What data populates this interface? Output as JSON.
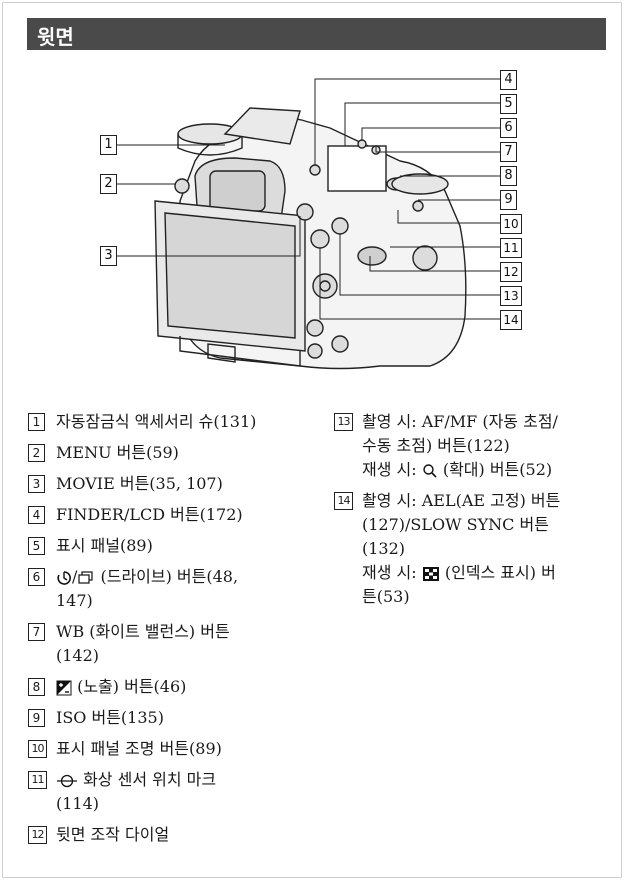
{
  "header": {
    "title": "윗면"
  },
  "callouts": [
    "1",
    "2",
    "3",
    "4",
    "5",
    "6",
    "7",
    "8",
    "9",
    "10",
    "11",
    "12",
    "13",
    "14"
  ],
  "left_items": [
    {
      "num": "1",
      "lines": [
        "자동잠금식 액세서리 슈(131)"
      ]
    },
    {
      "num": "2",
      "lines": [
        "MENU 버튼(59)"
      ]
    },
    {
      "num": "3",
      "lines": [
        "MOVIE 버튼(35, 107)"
      ]
    },
    {
      "num": "4",
      "lines": [
        "FINDER/LCD 버튼(172)"
      ]
    },
    {
      "num": "5",
      "lines": [
        "표시 패널(89)"
      ]
    },
    {
      "num": "6",
      "pre": "/",
      "post": " (드라이브) 버튼(48,",
      "line2": "147)"
    },
    {
      "num": "7",
      "lines": [
        "WB (화이트 밸런스) 버튼",
        "(142)"
      ]
    },
    {
      "num": "8",
      "post": " (노출) 버튼(46)"
    },
    {
      "num": "9",
      "lines": [
        "ISO 버튼(135)"
      ]
    },
    {
      "num": "10",
      "lines": [
        "표시 패널 조명 버튼(89)"
      ]
    },
    {
      "num": "11",
      "post": " 화상 센서 위치 마크",
      "line2": "(114)"
    },
    {
      "num": "12",
      "lines": [
        "뒷면 조작 다이얼"
      ]
    }
  ],
  "right_items": [
    {
      "num": "13",
      "lines": [
        "촬영 시: AF/MF (자동 초점/",
        "수동 초점) 버튼(122)"
      ],
      "pre": "재생 시: ",
      "post": " (확대) 버튼(52)"
    },
    {
      "num": "14",
      "lines": [
        "촬영 시: AEL(AE 고정) 버튼",
        "(127)/SLOW SYNC 버튼",
        "(132)"
      ],
      "pre": "재생 시: ",
      "post": " (인덱스 표시) 버",
      "line2": "튼(53)"
    }
  ],
  "icons": {
    "item6": [
      "self-timer-icon",
      "continuous-shooting-icon"
    ],
    "item8": "exposure-compensation-icon",
    "item11": "image-sensor-mark-icon",
    "item13": "magnifier-icon",
    "item14": "index-grid-icon"
  }
}
